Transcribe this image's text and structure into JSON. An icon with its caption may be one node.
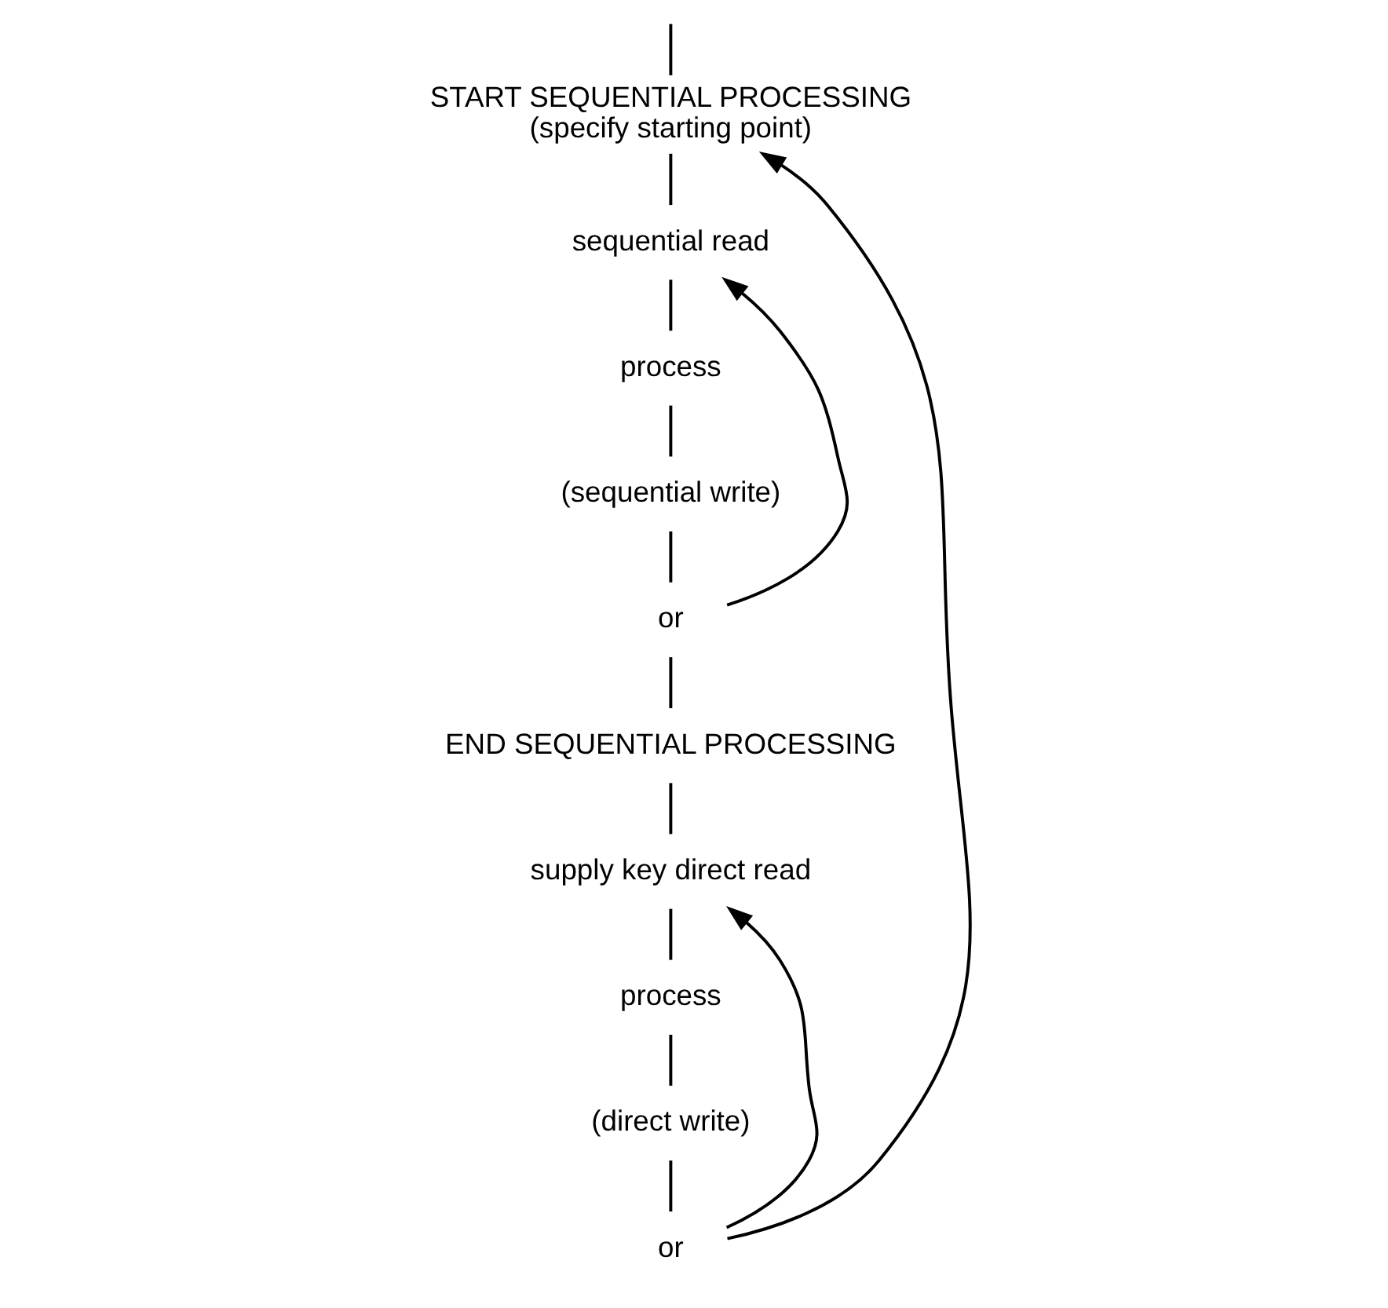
{
  "diagram": {
    "nodes": [
      {
        "text": [
          "START SEQUENTIAL PROCESSING",
          "(specify starting point)"
        ]
      },
      {
        "text": [
          "sequential read"
        ]
      },
      {
        "text": [
          "process"
        ]
      },
      {
        "text": [
          "(sequential write)"
        ]
      },
      {
        "text": [
          "or"
        ]
      },
      {
        "text": [
          "END SEQUENTIAL PROCESSING"
        ]
      },
      {
        "text": [
          "supply key direct read"
        ]
      },
      {
        "text": [
          "process"
        ]
      },
      {
        "text": [
          "(direct write)"
        ]
      },
      {
        "text": [
          "or"
        ]
      }
    ],
    "edges": [
      {
        "from": null,
        "to": 0,
        "arrow": "none"
      },
      {
        "from": 0,
        "to": 1,
        "arrow": "none"
      },
      {
        "from": 1,
        "to": 2,
        "arrow": "none"
      },
      {
        "from": 2,
        "to": 3,
        "arrow": "none"
      },
      {
        "from": 3,
        "to": 4,
        "arrow": "none"
      },
      {
        "from": 4,
        "to": 1,
        "arrow": "to"
      },
      {
        "from": 4,
        "to": 5,
        "arrow": "none"
      },
      {
        "from": 5,
        "to": 6,
        "arrow": "none"
      },
      {
        "from": 6,
        "to": 7,
        "arrow": "none"
      },
      {
        "from": 7,
        "to": 8,
        "arrow": "none"
      },
      {
        "from": 8,
        "to": 9,
        "arrow": "none"
      },
      {
        "from": 9,
        "to": 6,
        "arrow": "to"
      },
      {
        "from": 9,
        "to": 0,
        "arrow": "to"
      }
    ]
  }
}
